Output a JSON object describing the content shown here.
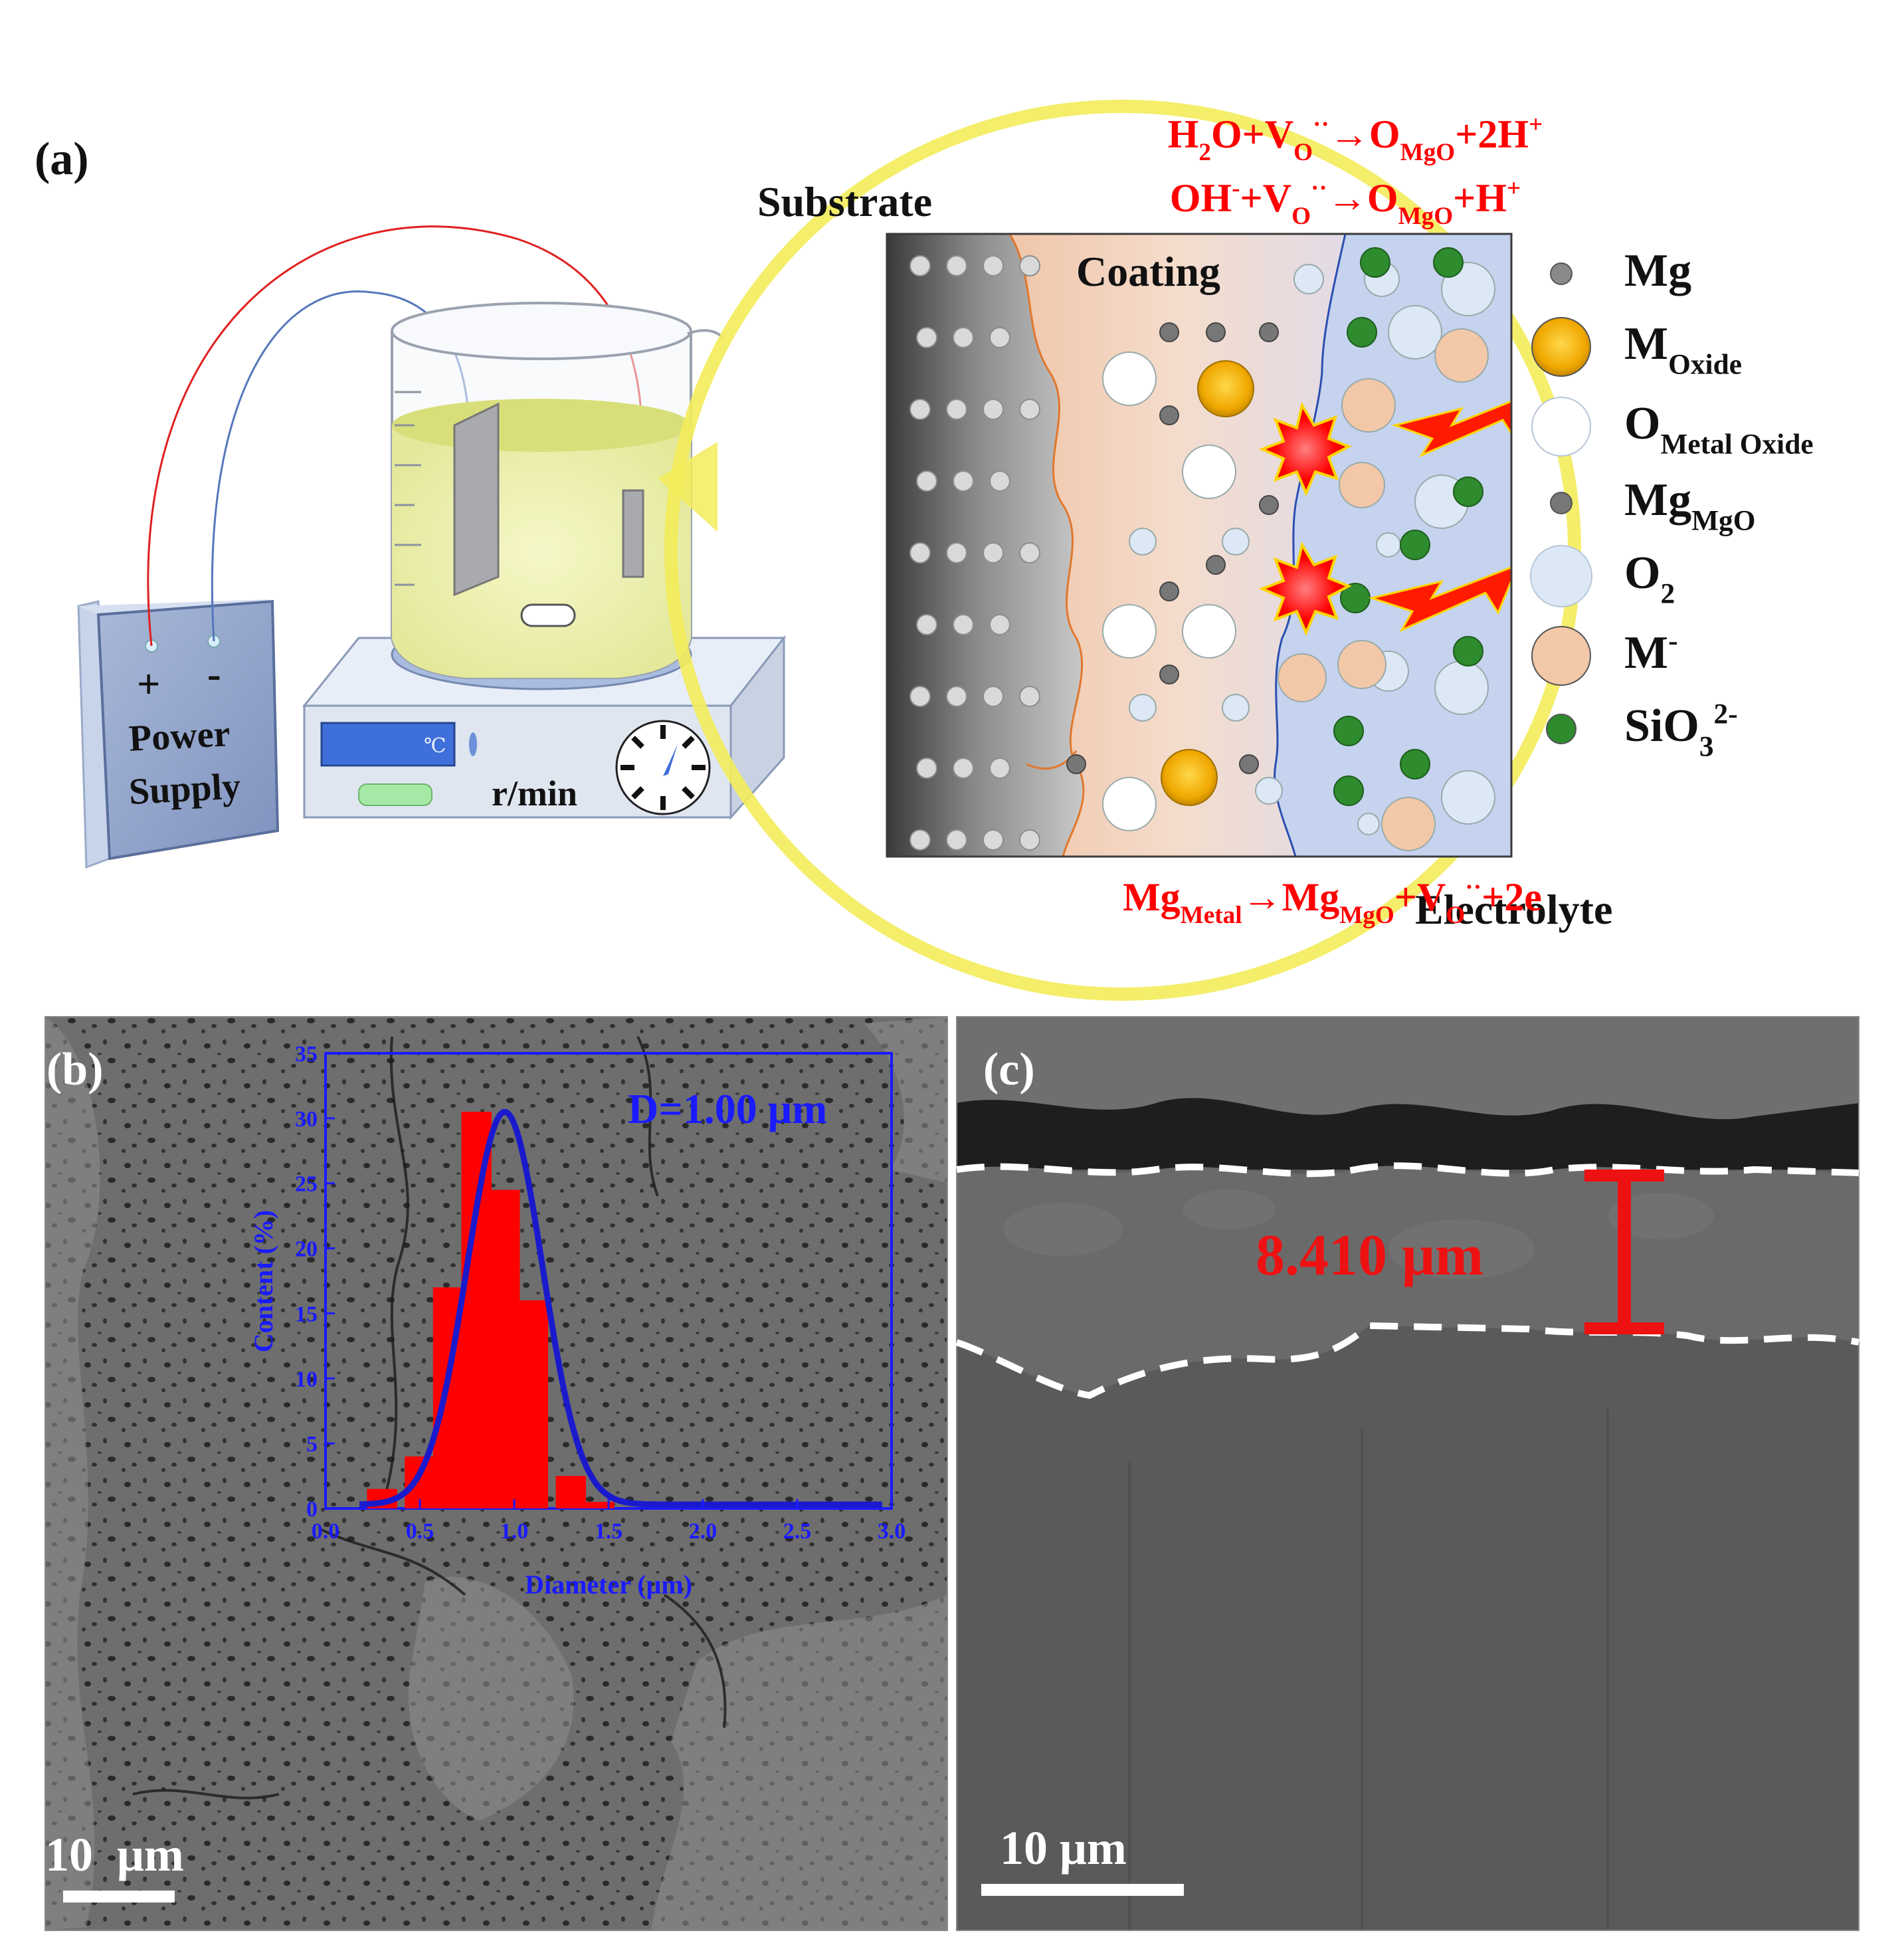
{
  "panel_a": {
    "label": "(a)",
    "power_supply": {
      "plus": "+",
      "minus": "-",
      "line1": "Power",
      "line2": "Supply"
    },
    "stirrer": {
      "temp_unit": "℃",
      "speed_unit": "r/min"
    },
    "zone_labels": {
      "substrate": "Substrate",
      "coating": "Coating",
      "electrolyte": "Electrolyte"
    },
    "reactions": [
      {
        "parts": [
          {
            "t": "H"
          },
          {
            "t": "2",
            "sub": true
          },
          {
            "t": "O+V"
          },
          {
            "t": "O",
            "sub": true
          },
          {
            "t": "··",
            "sup": true
          },
          {
            "t": "→O"
          },
          {
            "t": "MgO",
            "sub": true
          },
          {
            "t": "+2H"
          },
          {
            "t": "+",
            "sup": true
          }
        ]
      },
      {
        "parts": [
          {
            "t": "OH"
          },
          {
            "t": "-",
            "sup": true
          },
          {
            "t": "+V"
          },
          {
            "t": "O",
            "sub": true
          },
          {
            "t": "··",
            "sup": true
          },
          {
            "t": "→O"
          },
          {
            "t": "MgO",
            "sub": true
          },
          {
            "t": "+H"
          },
          {
            "t": "+",
            "sup": true
          }
        ]
      },
      {
        "parts": [
          {
            "t": "Mg"
          },
          {
            "t": "Metal",
            "sub": true
          },
          {
            "t": "→Mg"
          },
          {
            "t": "MgO",
            "sub": true
          },
          {
            "t": "+V"
          },
          {
            "t": "O",
            "sub": true
          },
          {
            "t": "··",
            "sup": true
          },
          {
            "t": "+2e"
          }
        ]
      }
    ],
    "legend": [
      {
        "name": "mg",
        "parts": [
          {
            "t": "Mg"
          }
        ],
        "color": "#8a8a8a"
      },
      {
        "name": "m-oxide",
        "parts": [
          {
            "t": "M"
          },
          {
            "t": "Oxide",
            "sub": true
          }
        ],
        "color": "#f5b800"
      },
      {
        "name": "o-metal-oxide",
        "parts": [
          {
            "t": "O"
          },
          {
            "t": "Metal Oxide",
            "sub": true
          }
        ],
        "color": "#ffffff"
      },
      {
        "name": "mg-mgo",
        "parts": [
          {
            "t": "Mg"
          },
          {
            "t": "MgO",
            "sub": true
          }
        ],
        "color": "#777777"
      },
      {
        "name": "o2",
        "parts": [
          {
            "t": "O"
          },
          {
            "t": "2",
            "sub": true
          }
        ],
        "color": "#dce8f5"
      },
      {
        "name": "m-minus",
        "parts": [
          {
            "t": "M"
          },
          {
            "t": "-",
            "sup": true
          }
        ],
        "color": "#f2c8a8"
      },
      {
        "name": "sio3",
        "parts": [
          {
            "t": "SiO"
          },
          {
            "t": "3",
            "sub": true
          },
          {
            "t": "2-",
            "sup": true
          }
        ],
        "color": "#2e8b2e"
      }
    ],
    "reaction_color": "#ff0000"
  },
  "panel_b": {
    "label": "(b)",
    "scale_bar": "10  μm",
    "annotation": "D=1.00 μm"
  },
  "panel_c": {
    "label": "(c)",
    "scale_bar": "10 μm",
    "thickness": "8.410 μm"
  },
  "chart_data": {
    "type": "bar",
    "xlabel": "Diameter (μm)",
    "ylabel": "Content (%)",
    "xlim": [
      0.0,
      3.0
    ],
    "ylim": [
      0,
      35
    ],
    "xticks": [
      "0.0",
      "0.5",
      "1.0",
      "1.5",
      "2.0",
      "2.5",
      "3.0"
    ],
    "yticks": [
      "0",
      "5",
      "10",
      "15",
      "20",
      "25",
      "30",
      "35"
    ],
    "bin_width": 0.16,
    "x": [
      0.3,
      0.5,
      0.65,
      0.8,
      0.95,
      1.1,
      1.3,
      1.45
    ],
    "values": [
      1.5,
      4.0,
      17.0,
      30.5,
      24.5,
      16.0,
      2.5,
      0.5
    ],
    "fit": {
      "type": "gaussian",
      "center": 0.95,
      "sigma": 0.2,
      "peak": 30.5,
      "baseline": 0.3
    },
    "bar_color": "#ff0000",
    "axis_color": "#1a1aff",
    "fit_color": "#1a1acc"
  }
}
